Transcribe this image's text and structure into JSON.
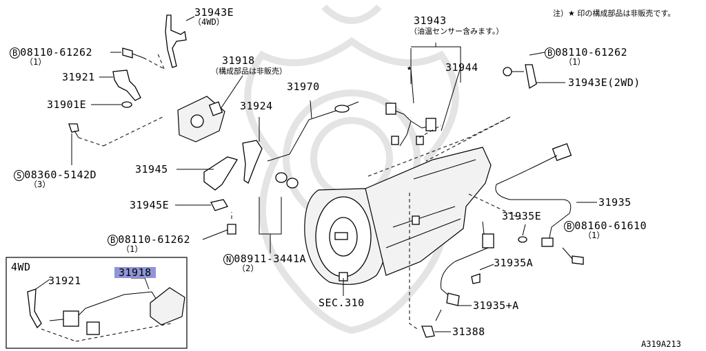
{
  "note": "注）★ 印の構成部品は非販売です。",
  "diagram_code": "A319A213",
  "inset": {
    "title": "4WD",
    "part_a": "31921",
    "part_b": "31918"
  },
  "labels": {
    "l31943E_4wd": "31943E",
    "l31943E_4wd_sub": "（4WD）",
    "bolt_top_left": "08110-61262",
    "bolt_top_left_qty": "（1）",
    "l31918": "31918",
    "l31918_note": "（構成部品は非販売）",
    "l31921": "31921",
    "l31901E": "31901E",
    "screw": "08360-5142D",
    "screw_qty": "（3）",
    "l31943": "31943",
    "l31943_note": "（油温センサー含みます。）",
    "star": "★",
    "l31944": "31944",
    "bolt_top_right": "08110-61262",
    "bolt_top_right_qty": "（1）",
    "l31943E_2wd": "31943E(2WD)",
    "l31970": "31970",
    "l31924": "31924",
    "l31945": "31945",
    "l31945E": "31945E",
    "bolt_mid": "08110-61262",
    "bolt_mid_qty": "（1）",
    "nut": "08911-3441A",
    "nut_qty": "（2）",
    "sec310": "SEC.310",
    "l31935": "31935",
    "l31935E": "31935E",
    "bolt_right": "08160-61610",
    "bolt_right_qty": "（1）",
    "l31935A": "31935A",
    "l31935plusA": "31935+A",
    "l31388": "31388"
  },
  "prefixes": {
    "bolt": "B",
    "screw": "S",
    "nut": "N"
  },
  "colors": {
    "highlight": "#8f95d6",
    "line": "#000000",
    "watermark": "#e4e4e4"
  }
}
